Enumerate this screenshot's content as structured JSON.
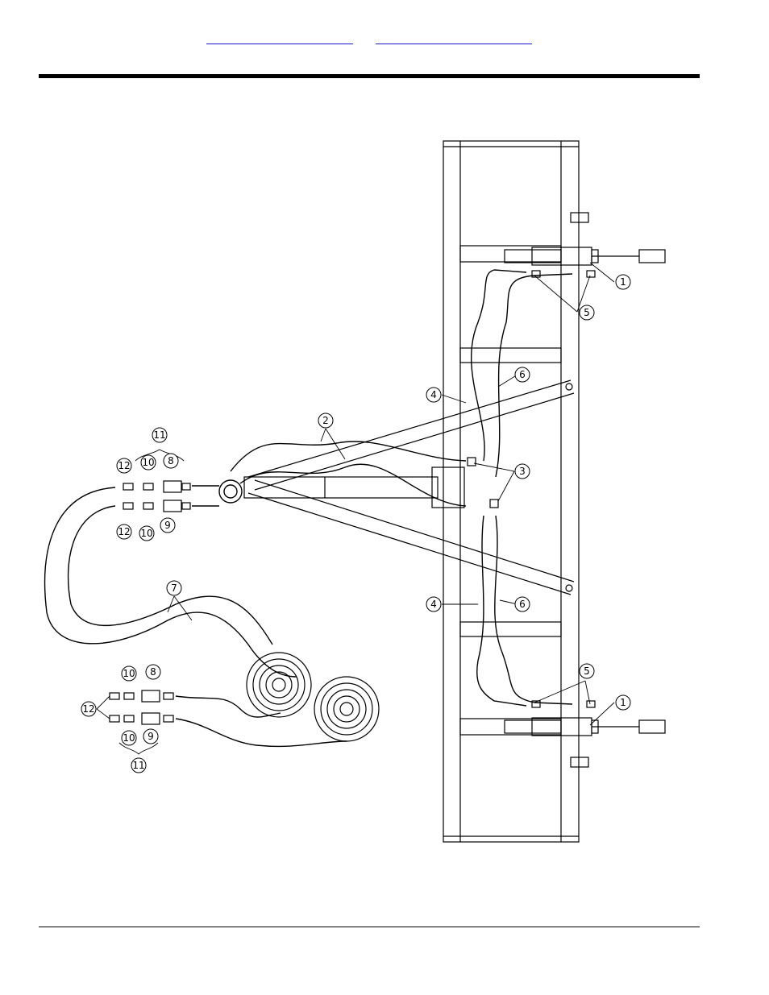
{
  "header": {
    "link_a": "",
    "link_b": ""
  },
  "callouts": [
    {
      "id": "1",
      "name": "callout-1-top"
    },
    {
      "id": "1",
      "name": "callout-1-bottom"
    },
    {
      "id": "2",
      "name": "callout-2"
    },
    {
      "id": "3",
      "name": "callout-3"
    },
    {
      "id": "4",
      "name": "callout-4-upper"
    },
    {
      "id": "4",
      "name": "callout-4-lower"
    },
    {
      "id": "5",
      "name": "callout-5-top"
    },
    {
      "id": "5",
      "name": "callout-5-bottom"
    },
    {
      "id": "6",
      "name": "callout-6-upper"
    },
    {
      "id": "6",
      "name": "callout-6-lower"
    },
    {
      "id": "7",
      "name": "callout-7"
    },
    {
      "id": "8",
      "name": "callout-8-upper"
    },
    {
      "id": "8",
      "name": "callout-8-lower"
    },
    {
      "id": "9",
      "name": "callout-9-upper"
    },
    {
      "id": "9",
      "name": "callout-9-lower"
    },
    {
      "id": "10",
      "name": "callout-10-a"
    },
    {
      "id": "10",
      "name": "callout-10-b"
    },
    {
      "id": "10",
      "name": "callout-10-c"
    },
    {
      "id": "10",
      "name": "callout-10-d"
    },
    {
      "id": "11",
      "name": "callout-11-upper"
    },
    {
      "id": "11",
      "name": "callout-11-lower"
    },
    {
      "id": "12",
      "name": "callout-12-a"
    },
    {
      "id": "12",
      "name": "callout-12-b"
    },
    {
      "id": "12",
      "name": "callout-12-c"
    }
  ]
}
